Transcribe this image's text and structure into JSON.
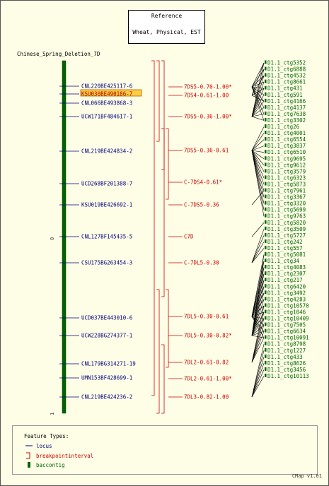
{
  "reference": {
    "title": "Reference",
    "subtitle": "Wheat, Physical, EST"
  },
  "map": {
    "name": "Chinese_Spring_Deletion_7D",
    "start_label": "0",
    "end_label": "1"
  },
  "loci": [
    {
      "label": "CNL220BE425117-6",
      "highlight": false
    },
    {
      "label": "KSU030BE490186-7",
      "highlight": true
    },
    {
      "label": "CNL066BE493868-3",
      "highlight": false
    },
    {
      "label": "UCW171BF484617-1",
      "highlight": false
    },
    {
      "label": "CNL219BE424834-2",
      "highlight": false
    },
    {
      "label": "UCD268BF201388-7",
      "highlight": false
    },
    {
      "label": "KSU019BE426692-1",
      "highlight": false
    },
    {
      "label": "CNL127BF145435-5",
      "highlight": false
    },
    {
      "label": "CSU175BG263454-3",
      "highlight": false
    },
    {
      "label": "UCD037BE443010-6",
      "highlight": false
    },
    {
      "label": "UCW228BG274377-1",
      "highlight": false
    },
    {
      "label": "CNL179BG314271-19",
      "highlight": false
    },
    {
      "label": "UMN153BF428699-1",
      "highlight": false
    },
    {
      "label": "CNL219BE424236-2",
      "highlight": false
    }
  ],
  "intervals": [
    "7DS5-0.70-1.00*",
    "7DS4-0.61-1.00",
    "7DS5-0.36-1.00*",
    "7DS5-0.36-0.61",
    "C-7DS4-0.61*",
    "C-7DS5-0.36",
    "C7D",
    "C-7DL5-0.30",
    "7DL5-0.30-0.61",
    "7DL5-0.30-0.82*",
    "7DL2-0.61-0.82",
    "7DL2-0.61-1.00*",
    "7DL3-0.82-1.00"
  ],
  "contigs": [
    "D1.1_ctg5352",
    "D1.1_ctg6888",
    "D1.1_ctg4532",
    "D1.1_ctg8661",
    "D1.1_ctg431",
    "D1.1_ctg591",
    "D1.1_ctg4166",
    "D1.1_ctg4137",
    "D1.1_ctg7638",
    "D1.1_ctg3302",
    "D1.1_ctg26",
    "D1.1_ctg4001",
    "D1.1_ctg6554",
    "D1.1_ctg3837",
    "D1.1_ctg6510",
    "D1.1_ctg9695",
    "D1.1_ctg9612",
    "D1.1_ctg3579",
    "D1.1_ctg6323",
    "D1.1_ctg5873",
    "D1.1_ctg7961",
    "D1.1_ctg3367",
    "D1.1_ctg3320",
    "D1.1_ctg5699",
    "D1.1_ctg9763",
    "D1.1_ctg5820",
    "D1.1_ctg3509",
    "D1.1_ctg5727",
    "D1.1_ctg242",
    "D1.1_ctg557",
    "D1.1_ctg5081",
    "D1.1_ctg34",
    "D1.1_ctg4083",
    "D1.1_ctg2307",
    "D1.1_ctg217",
    "D1.1_ctg6420",
    "D1.1_ctg3492",
    "D1.1_ctg4283",
    "D1.1_ctg10570",
    "D1.1_ctg1046",
    "D1.1_ctg10409",
    "D1.1_ctg7505",
    "D1.1_ctg6634",
    "D1.1_ctg10091",
    "D1.1_ctg8798",
    "D1.1_ctg1227",
    "D1.1_ctg433",
    "D1.1_ctg8626",
    "D1.1_ctg3456",
    "D1.1_ctg10113"
  ],
  "legend": {
    "title": "Feature Types:",
    "items": [
      {
        "label": "locus",
        "icon": "line-icon",
        "color": "#000080"
      },
      {
        "label": "breakpointinterval",
        "icon": "bracket-icon",
        "color": "#cc0000"
      },
      {
        "label": "baccontig",
        "icon": "bar-icon",
        "color": "#006400"
      }
    ]
  },
  "version": "CMap v1.01",
  "colors": {
    "locus": "#000080",
    "interval": "#cc0000",
    "contig": "#006400",
    "highlight": "#ffcc44",
    "background": "#fefee6"
  }
}
